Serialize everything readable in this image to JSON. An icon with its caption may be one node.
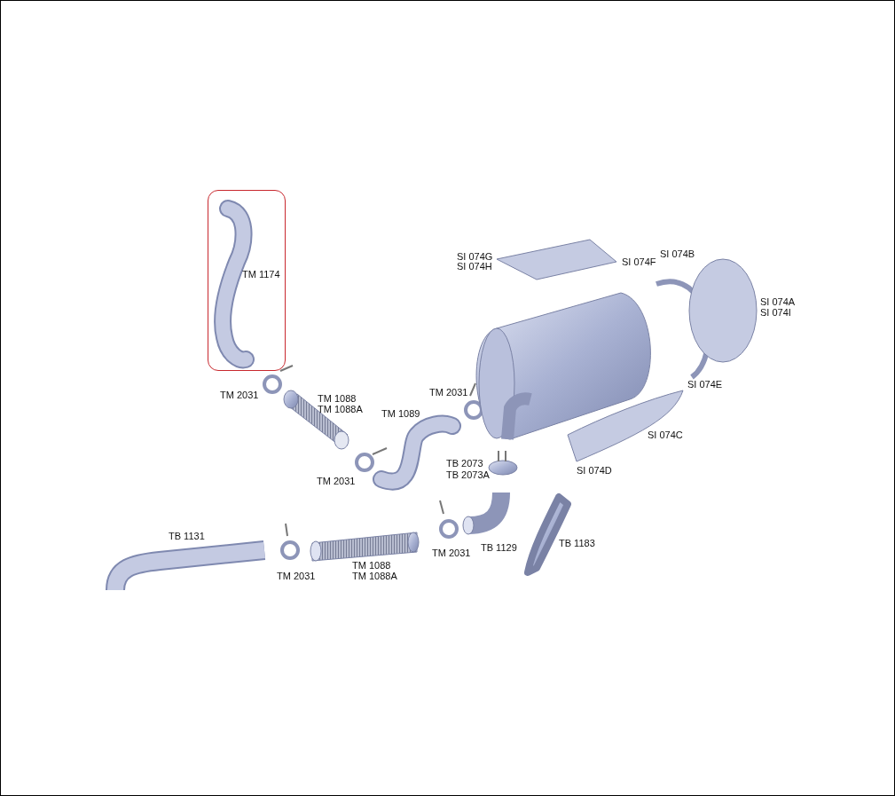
{
  "diagram": {
    "nodes": [
      {
        "text": [
          "TM 1174"
        ]
      }
    ],
    "labels": [
      "SI 074B",
      "SI 074G",
      "SI 074H",
      "SI 074F",
      "SI 074A",
      "SI 074I",
      "SI 074E",
      "TM 2031",
      "TM 2031",
      "TM 1088",
      "TM 1088A",
      "TM 1089",
      "SI 074C",
      "TB 2073",
      "TB 2073A",
      "SI 074D",
      "TM 2031",
      "TB 1183",
      "TB 1131",
      "TB 1129",
      "TM 2031",
      "TM 1088",
      "TM 1088A",
      "TM 2031"
    ]
  }
}
